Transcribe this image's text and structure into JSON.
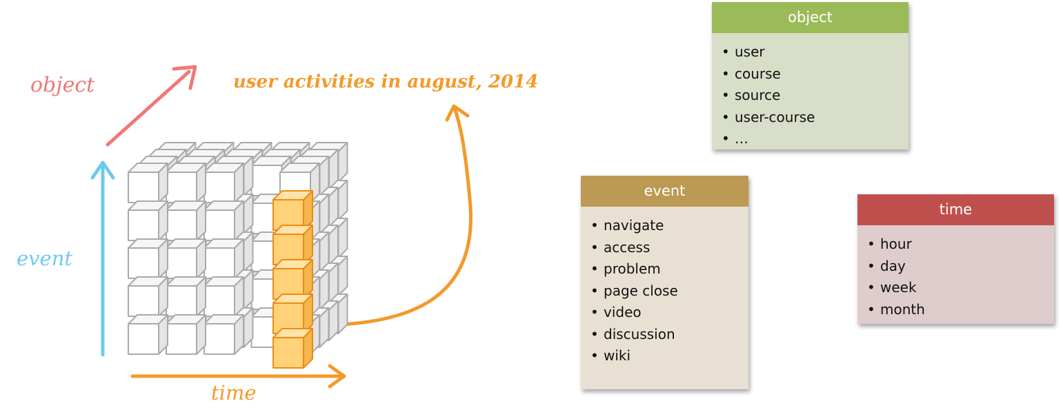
{
  "axes": {
    "object_label": "object",
    "event_label": "event",
    "time_label": "time"
  },
  "caption": "user activities in august, 2014",
  "colors": {
    "object": "#f07878",
    "event": "#6ccaf2",
    "time": "#f39a2a",
    "cube_highlight_fill": "#ffd27a",
    "cube_highlight_stroke": "#f08a10"
  },
  "cube": {
    "columns": 5,
    "rows": 5,
    "depth": 4,
    "highlighted_column": 4,
    "highlighted_cells": 5
  },
  "cards": {
    "object": {
      "title": "object",
      "header_color": "#9bbb59",
      "body_color": "#d8dec8",
      "items": [
        "user",
        "course",
        "source",
        "user-course",
        "…"
      ]
    },
    "event": {
      "title": "event",
      "header_color": "#bc9a54",
      "body_color": "#e8e1d3",
      "items": [
        "navigate",
        "access",
        "problem",
        "page close",
        "video",
        "discussion",
        "wiki"
      ]
    },
    "time": {
      "title": "time",
      "header_color": "#c0504d",
      "body_color": "#dfcccd",
      "items": [
        "hour",
        "day",
        "week",
        "month"
      ]
    }
  }
}
